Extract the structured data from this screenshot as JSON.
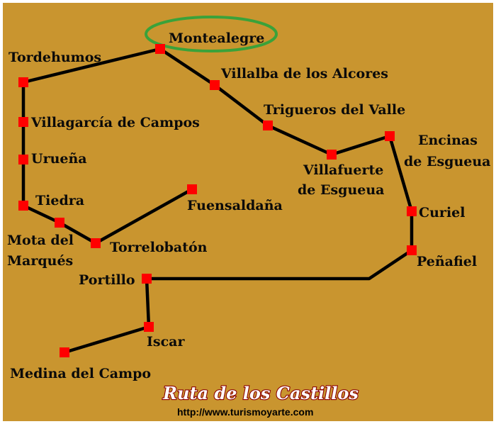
{
  "colors": {
    "background": "#c9952f",
    "route": "#000000",
    "marker": "#ff0000",
    "highlight": "#3aa23a"
  },
  "towns": {
    "montealegre": "Montealegre",
    "tordehumos": "Tordehumos",
    "villalba": "Villalba de los Alcores",
    "villagarcia": "Villagarcía de Campos",
    "trigueros": "Trigueros del Valle",
    "encinas_1": "Encinas",
    "encinas_2": "de Esgueua",
    "uruena": "Urueña",
    "villafuerte_1": "Villafuerte",
    "villafuerte_2": "de Esgueua",
    "tiedra": "Tiedra",
    "fuensaldana": "Fuensaldaña",
    "curiel": "Curiel",
    "mota_1": "Mota del",
    "mota_2": "Marqués",
    "torrelobaton": "Torrelobatón",
    "penafiel": "Peñafiel",
    "portillo": "Portillo",
    "iscar": "Iscar",
    "medina": "Medina del Campo"
  },
  "title": "Ruta de los Castillos",
  "url": "http://www.turismoyarte.com"
}
